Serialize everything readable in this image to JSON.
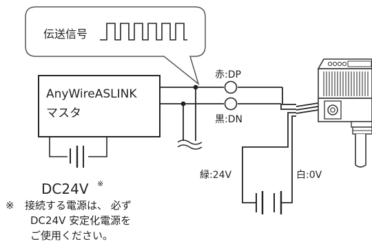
{
  "diagram": {
    "bubble_label": "伝送信号",
    "master_line1": "AnyWireASLINK",
    "master_line2": "マスタ",
    "wire_red": "赤:DP",
    "wire_black": "黒:DN",
    "wire_green": "緑:24V",
    "wire_white": "白:0V",
    "power_label": "DC24V",
    "power_mark": "※",
    "note_mark": "※",
    "note_line1": "接続する電源は、 必ず",
    "note_line2": "DC24V 安定化電源を",
    "note_line3": "ご使用ください。"
  }
}
